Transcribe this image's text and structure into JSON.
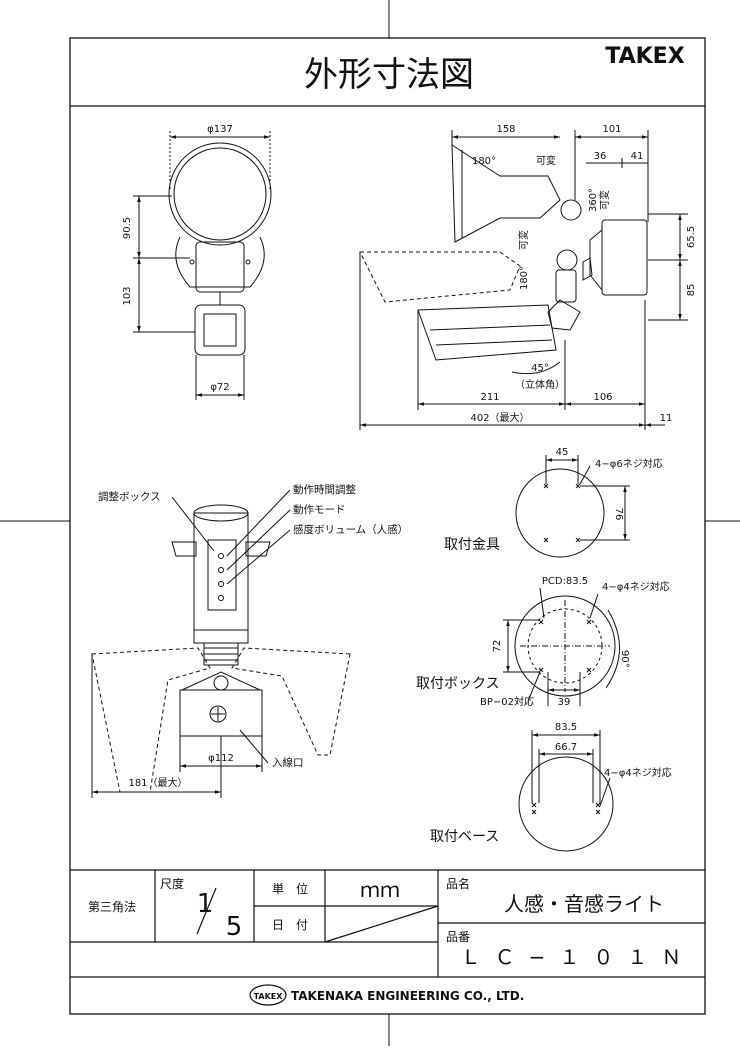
{
  "header": {
    "title": "外形寸法図",
    "brand": "TAKEX"
  },
  "front_view": {
    "dims": {
      "dia_head": "φ137",
      "height_upper": "90.5",
      "height_lower": "103",
      "dia_base": "φ72"
    }
  },
  "side_view": {
    "dims": {
      "top_left": "158",
      "top_right": "101",
      "top_36": "36",
      "top_41": "41",
      "right_65": "65.5",
      "right_85": "85",
      "bottom_211": "211",
      "bottom_106": "106",
      "bottom_402": "402（最大）",
      "bottom_11": "11"
    },
    "labels": {
      "rot_180_top": "180°",
      "adjustable_top": "可変",
      "rot_360": "360°",
      "adjustable_360": "可変",
      "adjustable_mid": "可変",
      "rot_180_mid": "180°",
      "angle_45": "45°",
      "solid_angle": "（立体角）"
    }
  },
  "bottom_view": {
    "labels": {
      "adjust_box": "調整ボックス",
      "op_time": "動作時間調整",
      "op_mode": "動作モード",
      "sensitivity": "感度ボリューム（人感）",
      "entry": "入線口"
    },
    "dims": {
      "dia_112": "φ112",
      "max_181": "181（最大）"
    }
  },
  "bracket": {
    "name": "取付金具",
    "dims": {
      "w45": "45",
      "h76": "76"
    },
    "screw": "4−φ6ネジ対応"
  },
  "box": {
    "name": "取付ボックス",
    "dims": {
      "pcd": "PCD:83.5",
      "h72": "72",
      "w39": "39",
      "a90": "90°"
    },
    "screw": "4−φ4ネジ対応",
    "bp": "BP−02対応"
  },
  "base": {
    "name": "取付ベース",
    "dims": {
      "w83": "83.5",
      "w66": "66.7"
    },
    "screw": "4−φ4ネジ対応"
  },
  "title_block": {
    "projection": "第三角法",
    "scale_label": "尺度",
    "scale_num": "1",
    "scale_den": "5",
    "unit_label": "単　位",
    "unit_value": "ｍｍ",
    "date_label": "日　付",
    "product_name_label": "品名",
    "product_name": "人感・音感ライト",
    "product_no_label": "品番",
    "product_no": "ＬＣ−１０１Ｎ",
    "logo_text": "TAKEX",
    "company": "TAKENAKA ENGINEERING CO., LTD."
  }
}
